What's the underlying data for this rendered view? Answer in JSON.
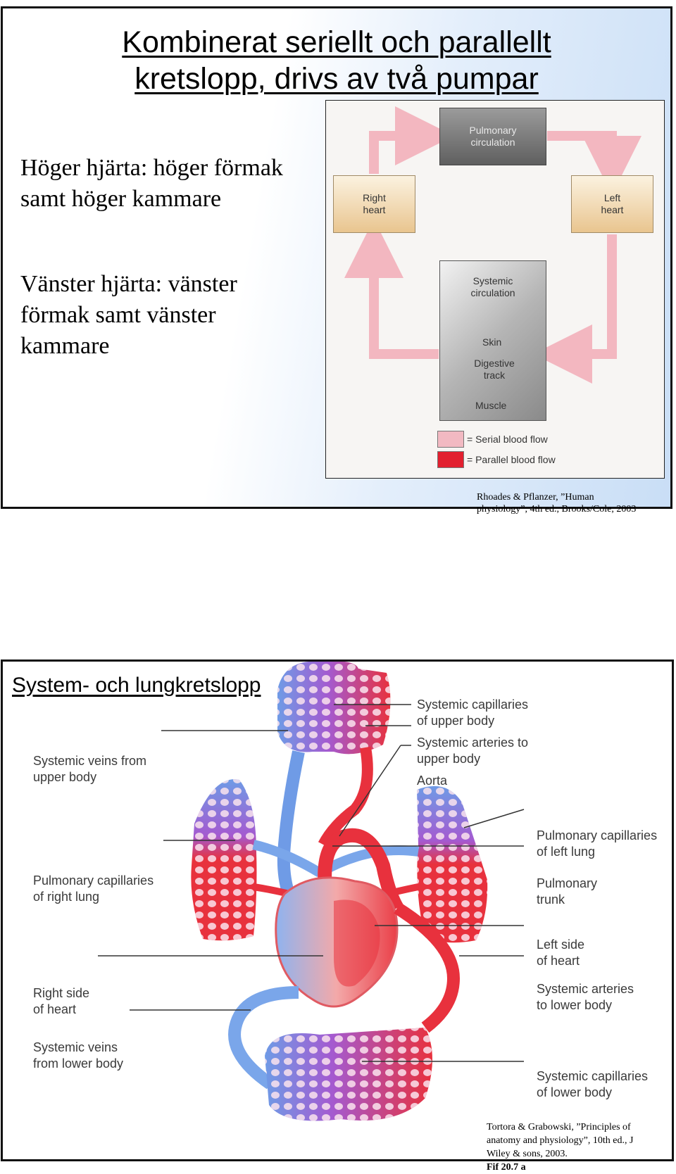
{
  "slide1": {
    "title_line1": "Kombinerat seriellt och parallellt",
    "title_line2": "kretslopp, drivs av två pumpar",
    "text1_line1": "Höger hjärta: höger förmak",
    "text1_line2": "samt höger kammare",
    "text2_line1": "Vänster hjärta: vänster",
    "text2_line2": "förmak samt vänster",
    "text2_line3": "kammare",
    "diagram": {
      "pulmonary_1": "Pulmonary",
      "pulmonary_2": "circulation",
      "right_heart_1": "Right",
      "right_heart_2": "heart",
      "left_heart_1": "Left",
      "left_heart_2": "heart",
      "systemic_1": "Systemic",
      "systemic_2": "circulation",
      "skin": "Skin",
      "digestive_1": "Digestive",
      "digestive_2": "track",
      "muscle": "Muscle",
      "legend_serial": "= Serial blood flow",
      "legend_parallel": "= Parallel blood flow",
      "colors": {
        "serial": "#f2b9c2",
        "parallel": "#e2202f"
      }
    },
    "credit_line1": "Rhoades & Pflanzer, ”Human",
    "credit_line2": "physiology”, 4th ed., Brooks/Cole, 2003"
  },
  "slide2": {
    "title": "System- och lungkretslopp",
    "labels": {
      "sys_cap_upper_1": "Systemic capillaries",
      "sys_cap_upper_2": "of upper body",
      "sys_art_upper_1": "Systemic arteries to",
      "sys_art_upper_2": "upper body",
      "aorta": "Aorta",
      "sys_veins_upper_1": "Systemic veins from",
      "sys_veins_upper_2": "upper body",
      "pulm_cap_left_1": "Pulmonary capillaries",
      "pulm_cap_left_2": "of left lung",
      "pulm_cap_right_1": "Pulmonary capillaries",
      "pulm_cap_right_2": "of right lung",
      "pulm_trunk_1": "Pulmonary",
      "pulm_trunk_2": "trunk",
      "left_side_1": "Left side",
      "left_side_2": "of heart",
      "right_side_1": "Right side",
      "right_side_2": "of heart",
      "sys_art_lower_1": "Systemic arteries",
      "sys_art_lower_2": "to lower body",
      "sys_veins_lower_1": "Systemic veins",
      "sys_veins_lower_2": "from lower body",
      "sys_cap_lower_1": "Systemic capillaries",
      "sys_cap_lower_2": "of lower body"
    },
    "colors": {
      "venous": "#6f9be6",
      "arterial": "#e8313d",
      "mixed": "#a45ad0"
    },
    "credit_line1": "Tortora & Grabowski, ”Principles of",
    "credit_line2": "anatomy and physiology”, 10th ed., J",
    "credit_line3a": "Wiley & sons, 2003. ",
    "credit_line3b": "Fif 20.7 a"
  }
}
